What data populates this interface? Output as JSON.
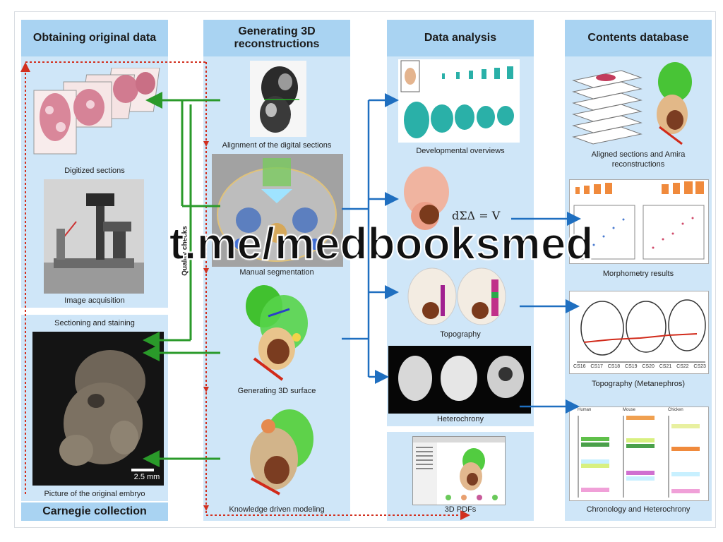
{
  "columns": {
    "obtaining": "Obtaining original data",
    "generating": "Generating 3D reconstructions",
    "analysis": "Data analysis",
    "contents": "Contents database"
  },
  "labels": {
    "digitized_sections": "Digitized sections",
    "image_acquisition": "Image acquisition",
    "sectioning_staining": "Sectioning and staining",
    "picture_embryo": "Picture of the original embryo",
    "carnegie": "Carnegie collection",
    "scale_bar": "2.5 mm",
    "alignment": "Alignment of the digital sections",
    "manual_segmentation": "Manual segmentation",
    "generating_surface": "Generating 3D surface",
    "knowledge_modeling": "Knowledge driven modeling",
    "quality_checks": "Quality checks",
    "developmental_overviews": "Developmental overviews",
    "topography": "Topography",
    "heterochrony": "Heterochrony",
    "pdfs": "3D PDFs",
    "formula": "dΣΔ = V",
    "aligned_sections": "Aligned sections and Amira reconstructions",
    "morphometry": "Morphometry results",
    "topography_meta": "Topography (Metanephros)",
    "chronology": "Chronology and Heterochrony",
    "topo_axis": [
      "CS16",
      "CS17",
      "CS18",
      "CS19",
      "CS20",
      "CS21",
      "CS22",
      "CS23"
    ],
    "chrono_cols": [
      "Human",
      "Mouse",
      "Chicken"
    ]
  },
  "watermark": "t.me/medbooksmed",
  "colors": {
    "header": "#a9d3f2",
    "column": "#cfe6f8",
    "arrow_green": "#2a9a2a",
    "arrow_blue": "#1f6fc0",
    "dotted_red": "#d2301f"
  }
}
